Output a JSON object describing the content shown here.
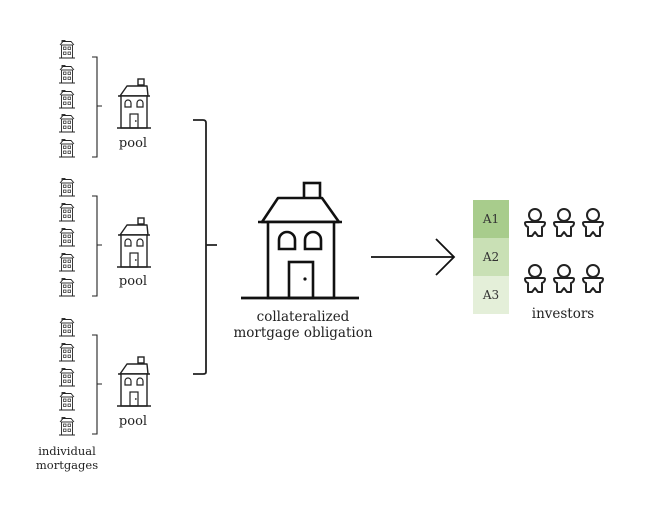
{
  "labels": {
    "pool_1": "pool",
    "pool_2": "pool",
    "pool_3": "pool",
    "individual_line1": "individual",
    "individual_line2": "mortgages",
    "cmo_line1": "collateralized",
    "cmo_line2": "mortgage obligation",
    "investors": "investors"
  },
  "tranches": [
    {
      "label": "A1",
      "color": "#a8cc8c"
    },
    {
      "label": "A2",
      "color": "#c9e0b5"
    },
    {
      "label": "A3",
      "color": "#e4efd9"
    }
  ],
  "icons": {
    "small_house": "building-icon",
    "pool_house": "house-icon",
    "cmo_house": "house-icon",
    "investor": "person-icon"
  }
}
